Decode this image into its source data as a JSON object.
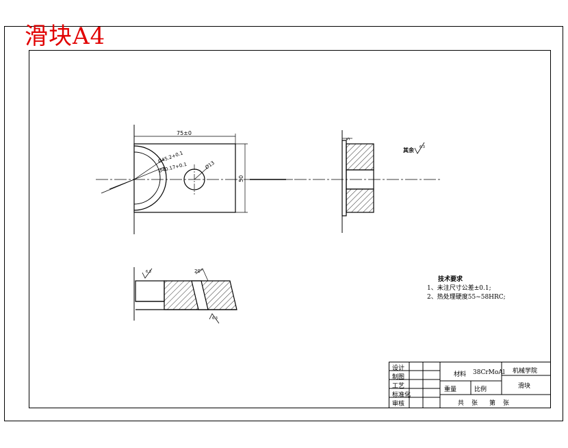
{
  "title_stamp": "滑块A4",
  "dimensions": {
    "length": "75±0",
    "height": "50",
    "bore_large": "Ø45.2+0.1",
    "bore_small": "Ø40.17+0.1",
    "hole": "Ø13",
    "flange_width": "5",
    "angle": "20°"
  },
  "roughness": {
    "rest": "其余",
    "rest_value": "6.3",
    "top_value": "6.3",
    "bottom_value": "6.3"
  },
  "tech_notes": {
    "title": "技术要求",
    "items": [
      "1、未注尺寸公差±0.1;",
      "2、热处理硬度55~58HRC;"
    ]
  },
  "title_block": {
    "designer": "设计",
    "drafter": "制图",
    "process": "工艺",
    "standard": "标准化",
    "reviewer": "审核",
    "material_label": "材料",
    "material_value": "38CrMoAl",
    "school": "机械学院",
    "part_name": "滑块",
    "weight_label": "重量",
    "scale_label": "比例",
    "sheets_total": "共",
    "sheet_unit": "张",
    "sheet_num": "第",
    "sheet_unit2": "张"
  },
  "colors": {
    "stamp": "#e10000",
    "line": "#000000"
  }
}
